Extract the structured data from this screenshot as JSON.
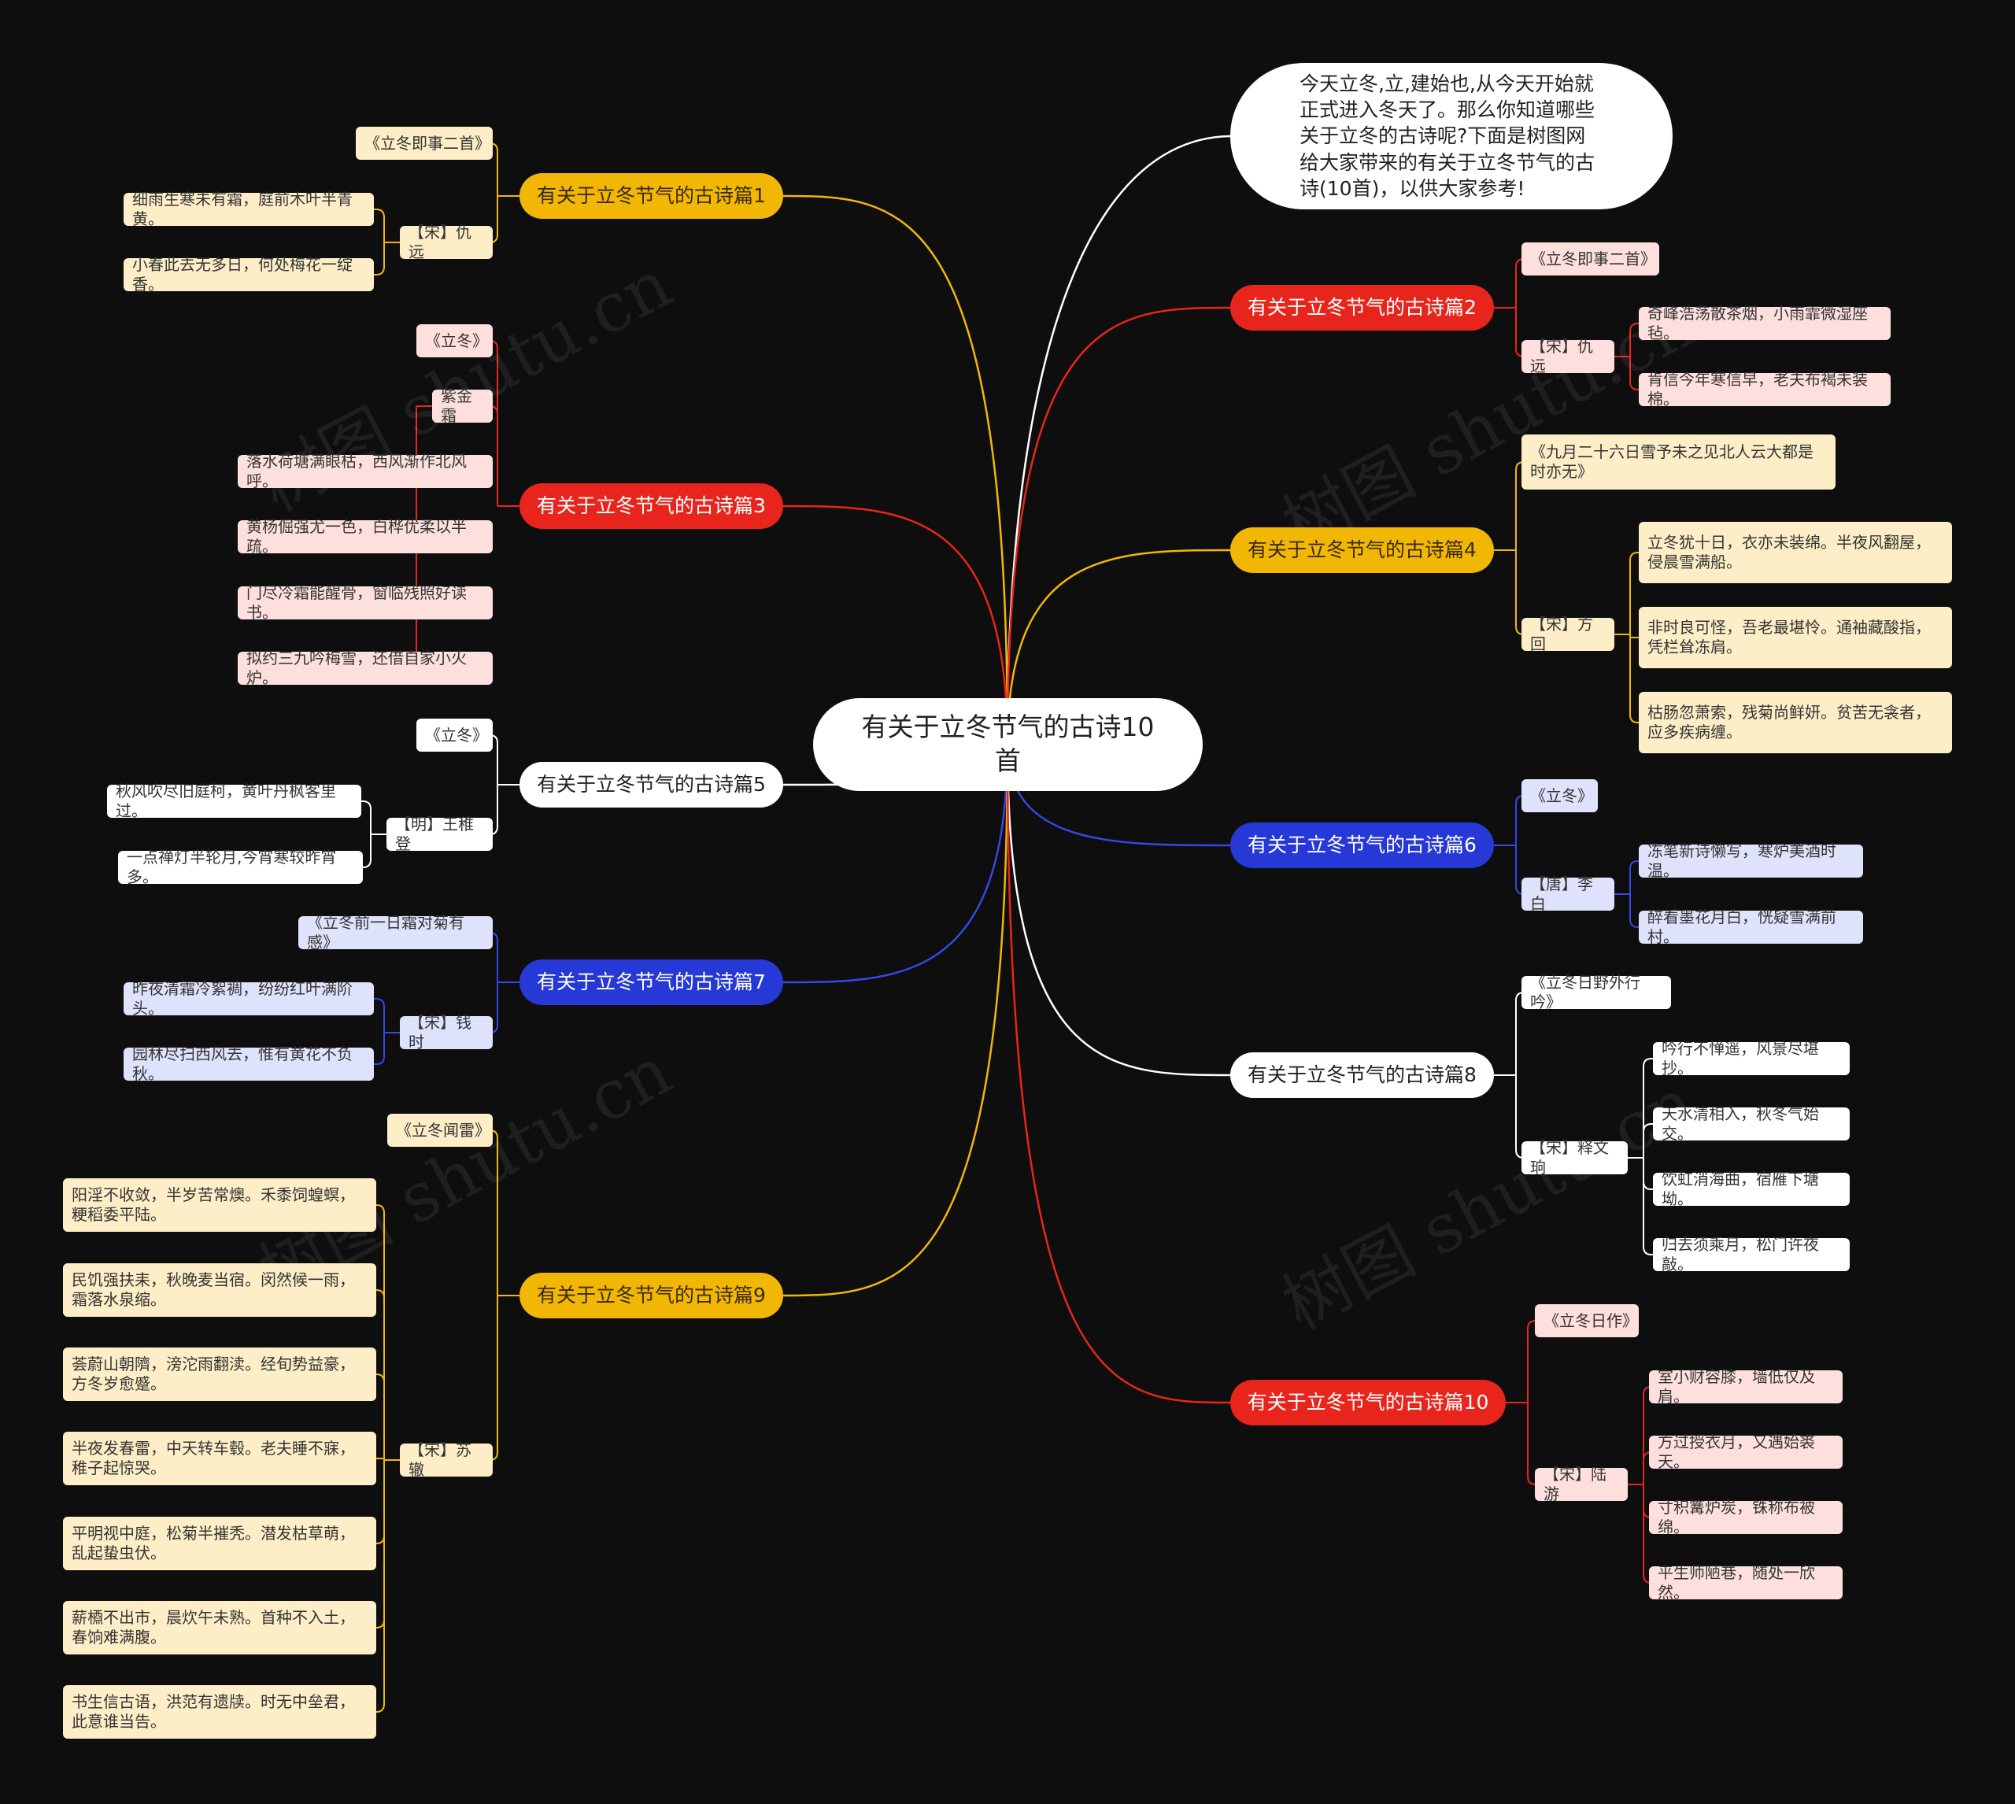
{
  "center": "有关于立冬节气的古诗10首",
  "intro": "今天立冬,立,建始也,从今天开始就正式进入冬天了。那么你知道哪些关于立冬的古诗呢?下面是树图网给大家带来的有关于立冬节气的古诗(10首)，以供大家参考!",
  "watermark": "树图 shutu.cn",
  "colors": {
    "background": "#0e0e0f",
    "yellow": "#f2b705",
    "red": "#e8251c",
    "white": "#ffffff",
    "blue": "#2638d6"
  },
  "branches": {
    "b1": {
      "label": "有关于立冬节气的古诗篇1",
      "title": "《立冬即事二首》",
      "author": "【宋】仇远",
      "lines": [
        "细雨生寒未有霜，庭前木叶半青黄。",
        "小春此去无多日，何处梅花一绽香。"
      ]
    },
    "b2": {
      "label": "有关于立冬节气的古诗篇2",
      "title": "《立冬即事二首》",
      "author": "【宋】仇远",
      "lines": [
        "奇峰浩荡散茶烟，小雨霏微湿座毡。",
        "肯信今年寒信早，老夫布褐未装棉。"
      ]
    },
    "b3": {
      "label": "有关于立冬节气的古诗篇3",
      "title": "《立冬》",
      "author": "紫金霜",
      "lines": [
        "落水荷塘满眼枯，西风渐作北风呼。",
        "黄杨倔强尤一色，白桦优柔以半疏。",
        "门尽冷霜能醒骨，窗临残照好读书。",
        "拟约三九吟梅雪，还借自家小火炉。"
      ]
    },
    "b4": {
      "label": "有关于立冬节气的古诗篇4",
      "title": "《九月二十六日雪予未之见北人云大都是时亦无》",
      "author": "【宋】方回",
      "lines": [
        "立冬犹十日，衣亦未装绵。半夜风翻屋，侵晨雪满船。",
        "非时良可怪，吾老最堪怜。通袖藏酸指，凭栏耸冻肩。",
        "枯肠忽萧索，残菊尚鲜妍。贫苦无衾者，应多疾病缠。"
      ]
    },
    "b5": {
      "label": "有关于立冬节气的古诗篇5",
      "title": "《立冬》",
      "author": "【明】王稚登",
      "lines": [
        "秋风吹尽旧庭柯，黄叶丹枫客里过。",
        "一点禅灯半轮月,今宵寒较昨宵多。"
      ]
    },
    "b6": {
      "label": "有关于立冬节气的古诗篇6",
      "title": "《立冬》",
      "author": "【唐】李白",
      "lines": [
        "冻笔新诗懒写，寒炉美酒时温。",
        "醉看墨花月白，恍疑雪满前村。"
      ]
    },
    "b7": {
      "label": "有关于立冬节气的古诗篇7",
      "title": "《立冬前一日霜对菊有感》",
      "author": "【宋】钱时",
      "lines": [
        "昨夜清霜冷絮裯，纷纷红叶满阶头。",
        "园林尽扫西风去，惟有黄花不负秋。"
      ]
    },
    "b8": {
      "label": "有关于立冬节气的古诗篇8",
      "title": "《立冬日野外行吟》",
      "author": "【宋】释文珦",
      "lines": [
        "吟行不惮遥，风景尽堪抄。",
        "天水清相入，秋冬气始交。",
        "饮虹消海曲，宿雁下塘坳。",
        "归去须乘月，松门许夜敲。"
      ]
    },
    "b9": {
      "label": "有关于立冬节气的古诗篇9",
      "title": "《立冬闻雷》",
      "author": "【宋】苏辙",
      "lines": [
        "阳淫不收敛，半岁苦常燠。禾黍饲蝗螟，粳稻委平陆。",
        "民饥强扶耒，秋晚麦当宿。闵然候一雨，霜落水泉缩。",
        "荟蔚山朝隮，滂沱雨翻渎。经旬势益豪，方冬岁愈蹙。",
        "半夜发春雷，中天转车毂。老夫睡不寐，稚子起惊哭。",
        "平明视中庭，松菊半摧秃。潜发枯草萌，乱起蛰虫伏。",
        "薪槱不出市，晨炊午未熟。首种不入土，春饷难满腹。",
        "书生信古语，洪范有遗牍。时无中垒君，此意谁当告。"
      ]
    },
    "b10": {
      "label": "有关于立冬节气的古诗篇10",
      "title": "《立冬日作》",
      "author": "【宋】陆游",
      "lines": [
        "室小财容膝，墙低仅及肩。",
        "方过授衣月，又遇始裘天。",
        "寸积篝炉炭，铢称布被绵。",
        "平生师陋巷，随处一欣然。"
      ]
    }
  }
}
